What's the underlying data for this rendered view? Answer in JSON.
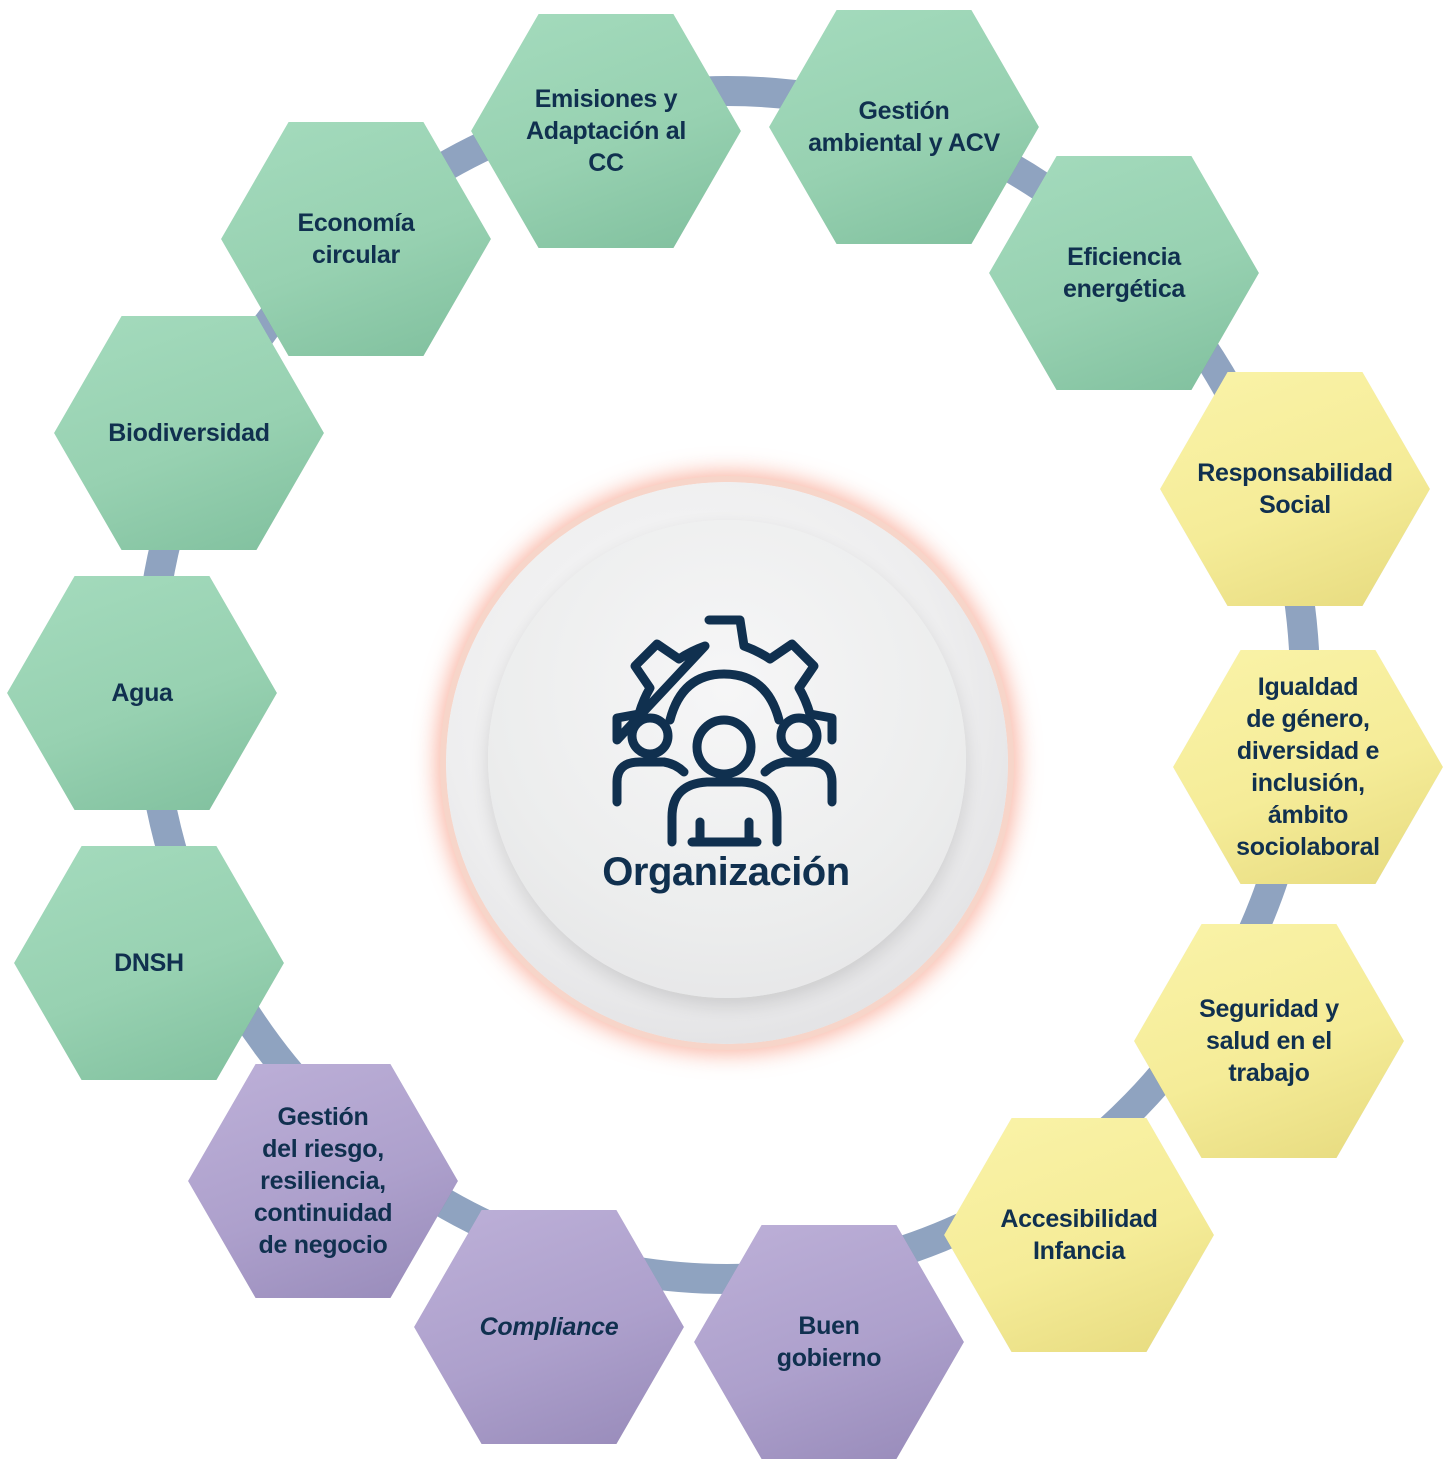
{
  "center": {
    "title": "Organización",
    "icon": "organization-gear-people-icon"
  },
  "colors": {
    "ring": "#8fa3c0",
    "environmental": "#97d1b1",
    "social": "#f5ec98",
    "governance": "#ada0cc",
    "text": "#10304f",
    "glow": "#f26c4f"
  },
  "nodes": [
    {
      "label": "Emisiones y\nAdaptación al\nCC",
      "group": "environmental"
    },
    {
      "label": "Gestión\nambiental y ACV",
      "group": "environmental"
    },
    {
      "label": "Eficiencia\nenergética",
      "group": "environmental"
    },
    {
      "label": "Responsabilidad\nSocial",
      "group": "social"
    },
    {
      "label": "Igualdad\nde género,\ndiversidad e\ninclusión, ámbito\nsociolaboral",
      "group": "social"
    },
    {
      "label": "Seguridad y\nsalud en el\ntrabajo",
      "group": "social"
    },
    {
      "label": "Accesibilidad\nInfancia",
      "group": "social"
    },
    {
      "label": "Buen\ngobierno",
      "group": "governance"
    },
    {
      "label": "Compliance",
      "group": "governance"
    },
    {
      "label": "Gestión\ndel riesgo,\nresiliencia,\ncontinuidad\nde negocio",
      "group": "governance"
    },
    {
      "label": "DNSH",
      "group": "environmental"
    },
    {
      "label": "Agua",
      "group": "environmental"
    },
    {
      "label": "Biodiversidad",
      "group": "environmental"
    },
    {
      "label": "Economía\ncircular",
      "group": "environmental"
    }
  ]
}
